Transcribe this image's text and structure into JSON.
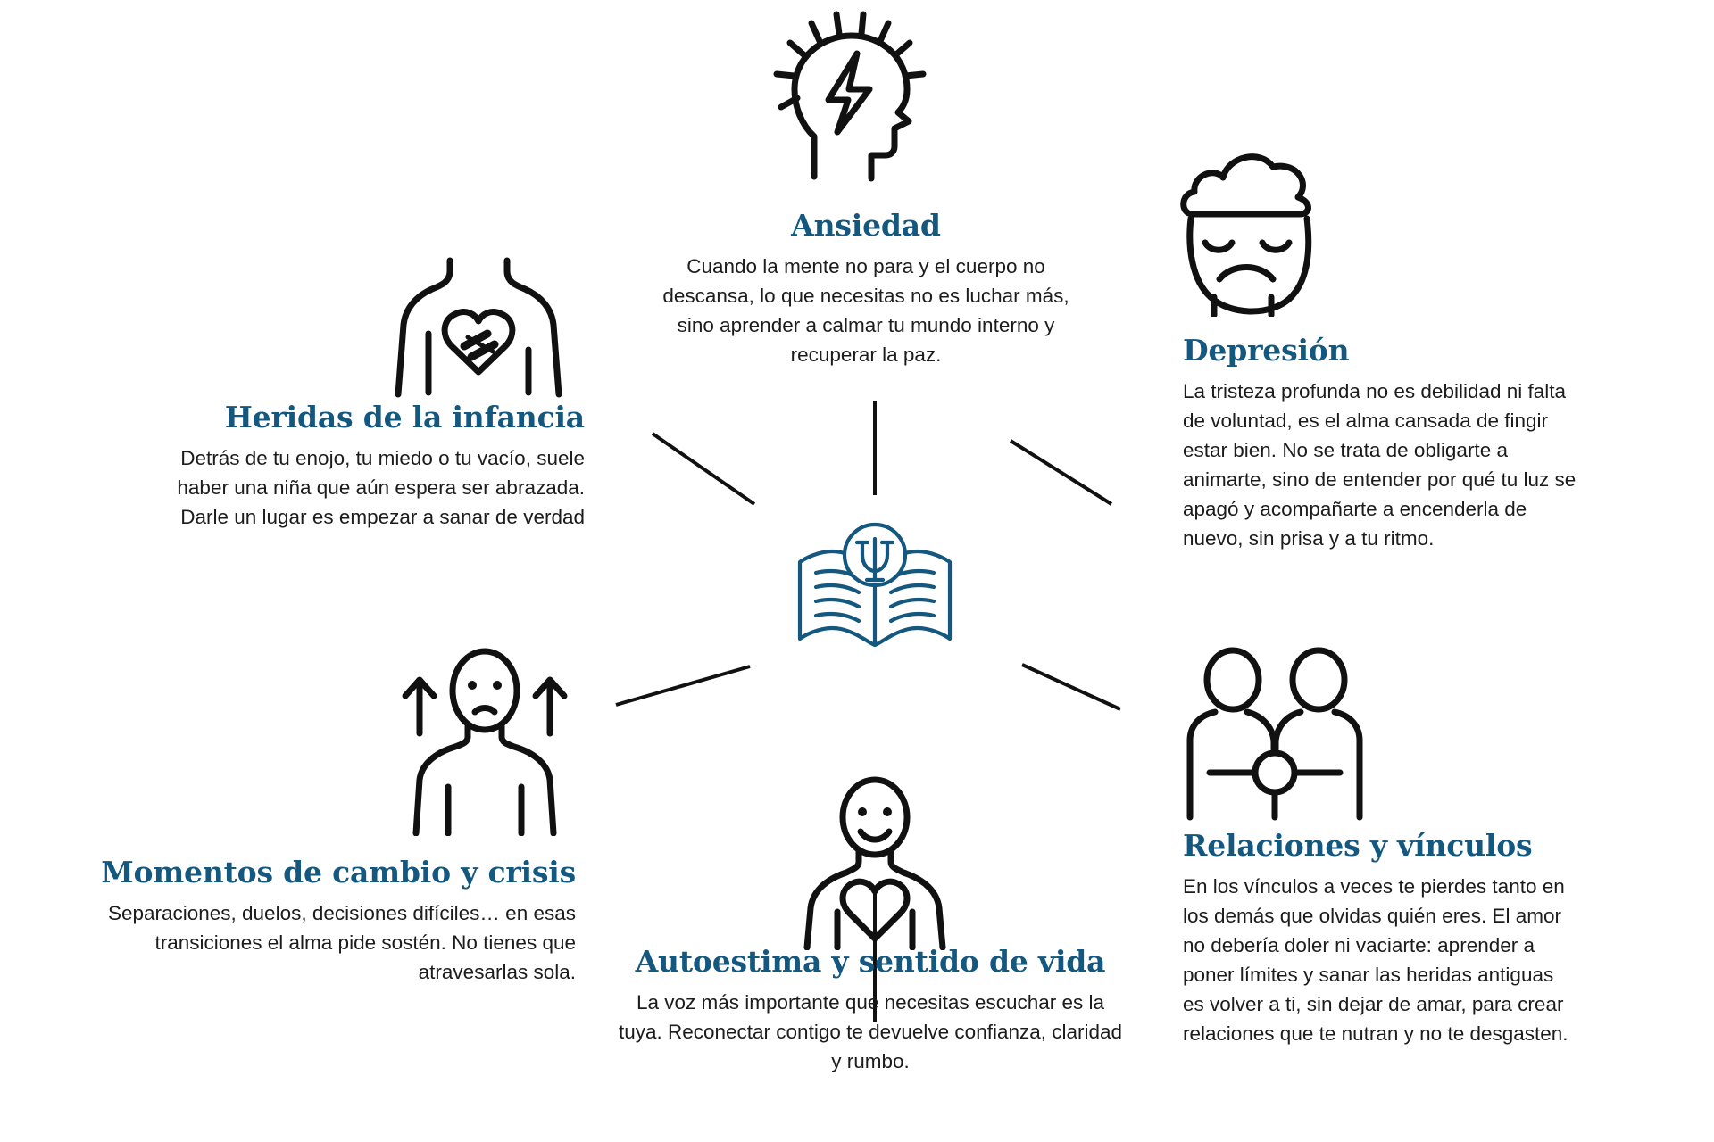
{
  "meta": {
    "background_color": "#ffffff",
    "accent_color": "#14577f",
    "body_text_color": "#1c1c1c",
    "icon_stroke_color": "#111111"
  },
  "center": {
    "icon": "open-book-with-psi-symbol",
    "symbol": "Ψ",
    "color": "#14577f"
  },
  "topics": [
    {
      "id": "ansiedad",
      "title": "Ansiedad",
      "body": "Cuando la mente no para y el cuerpo no descansa, lo que necesitas no es luchar más, sino aprender a calmar tu mundo interno y recuperar la paz.",
      "icon": "head-with-lightning-bolt-icon",
      "align": "center"
    },
    {
      "id": "depresion",
      "title": "Depresión",
      "body": "La tristeza profunda no es debilidad ni falta de voluntad, es el alma cansada de fingir estar bien. No se trata de obligarte a animarte, sino de entender por qué tu luz se apagó y acompañarte a encenderla de nuevo, sin prisa y a tu ritmo.",
      "icon": "sad-face-with-cloud-icon",
      "align": "left"
    },
    {
      "id": "heridas",
      "title": "Heridas de la infancia",
      "body": "Detrás de tu enojo, tu miedo o tu vacío, suele haber una niña que aún espera ser abrazada. Darle un lugar es empezar a sanar de verdad",
      "icon": "torso-with-bandaged-heart-icon",
      "align": "right"
    },
    {
      "id": "momentos",
      "title": "Momentos de cambio y crisis",
      "body": "Separaciones, duelos, decisiones difíciles… en esas transiciones el alma pide sostén. No tienes que atravesarlas sola.",
      "icon": "person-with-up-arrows-icon",
      "align": "right"
    },
    {
      "id": "autoestima",
      "title": "Autoestima y sentido de vida",
      "body": "La voz más importante que necesitas escuchar es la tuya. Reconectar contigo te devuelve confianza, claridad y rumbo.",
      "icon": "person-with-heart-icon",
      "align": "center"
    },
    {
      "id": "relaciones",
      "title": "Relaciones y vínculos",
      "body": "En los vínculos a veces te pierdes tanto en los demás que olvidas quién eres. El amor no debería doler ni vaciarte: aprender a poner límites y sanar las heridas antiguas es volver a ti, sin dejar de amar, para crear relaciones que te nutran y no te desgasten.",
      "icon": "two-people-connection-icon",
      "align": "left"
    }
  ]
}
